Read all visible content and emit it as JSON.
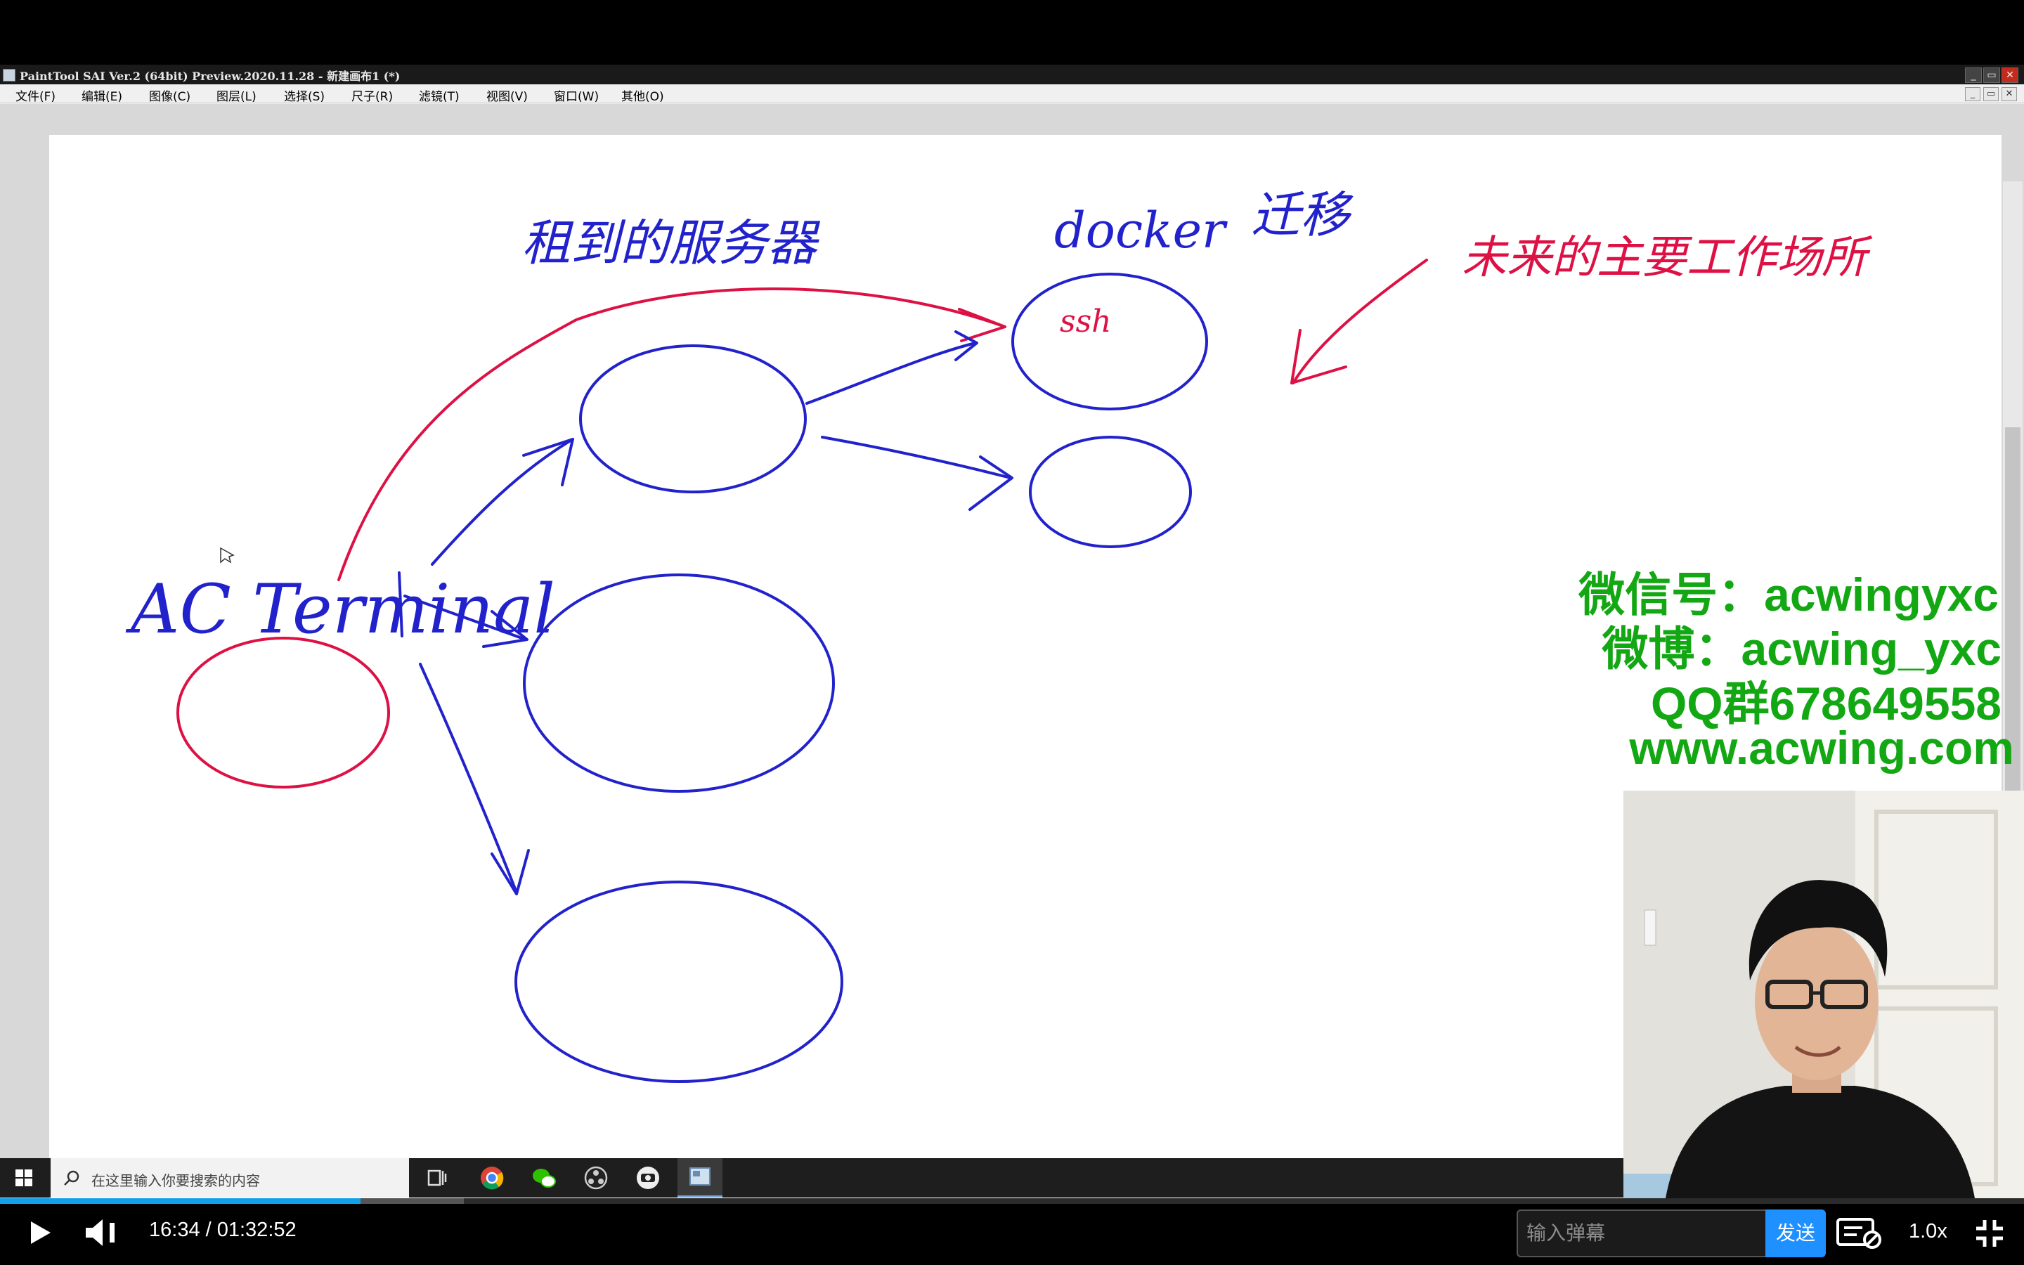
{
  "window": {
    "title": "PaintTool SAI Ver.2 (64bit) Preview.2020.11.28 - 新建画布1 (*)",
    "controls": [
      "_",
      "▭",
      "✕"
    ]
  },
  "menu": [
    "文件(F)",
    "编辑(E)",
    "图像(C)",
    "图层(L)",
    "选择(S)",
    "尺子(R)",
    "滤镜(T)",
    "视图(V)",
    "窗口(W)",
    "其他(O)"
  ],
  "drawing": {
    "labels": {
      "ac_terminal": "AC Terminal",
      "rented_servers": "租到的服务器",
      "docker": "docker",
      "ssh": "ssh",
      "migrate": "迁移",
      "future_workplace": "未来的主要工作场所"
    },
    "colors": {
      "blue": "#2222cc",
      "red": "#dd1144"
    }
  },
  "watermark": {
    "wechat": "微信号：acwingyxc",
    "weibo": "微博：acwing_yxc",
    "qq": "QQ群678649558",
    "site": "www.acwing.com"
  },
  "taskbar": {
    "search_placeholder": "在这里输入你要搜索的内容",
    "icons": [
      "task-view-icon",
      "chrome-icon",
      "wechat-icon",
      "obs-icon",
      "screen-record-icon",
      "sai-icon"
    ]
  },
  "player": {
    "time": "16:34 / 01:32:52",
    "danmaku_placeholder": "输入弹幕",
    "send_label": "发送",
    "speed": "1.0x",
    "progress": 0.178
  }
}
